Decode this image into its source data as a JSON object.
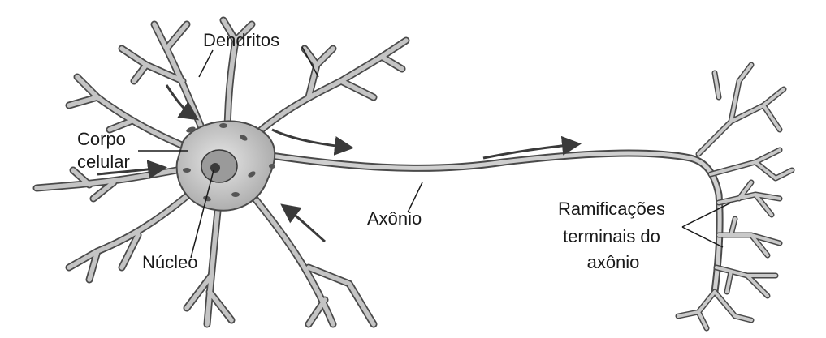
{
  "diagram": {
    "labels": {
      "dendrites": "Dendritos",
      "cell_body_line1": "Corpo",
      "cell_body_line2": "celular",
      "axon": "Axônio",
      "nucleus": "Núcleo",
      "terminals_line1": "Ramificações",
      "terminals_line2": "terminais do",
      "terminals_line3": "axônio"
    },
    "colors": {
      "membrane": "#b8b8b8",
      "outline": "#4a4a4a",
      "arrow": "#3a3a3a",
      "organelle": "#555555"
    }
  }
}
